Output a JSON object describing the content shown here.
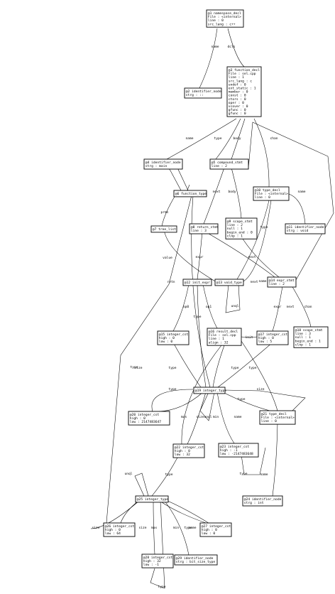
{
  "nodes": [
    {
      "id": "n1",
      "lines": [
        "@1 namespace_decl",
        "File : <internal>",
        "line : 0",
        "src_lang : c++"
      ]
    },
    {
      "id": "n2",
      "lines": [
        "@2 identifier_node",
        "strg : ::"
      ]
    },
    {
      "id": "n3",
      "lines": [
        "@3 function_decl",
        "File : sel.cpp",
        "line : 1",
        "src_lang : c",
        "undef : 0",
        "ext_static : 1",
        "member : 0",
        "const : 0",
        "ctors : 0",
        "oper : 0",
        "vcover : 0",
        "gfunc : 0",
        "gfunc : 0"
      ]
    },
    {
      "id": "n4",
      "lines": [
        "@4 identifier_node",
        "strg : main"
      ]
    },
    {
      "id": "n5",
      "lines": [
        "@5 compound_stmt",
        "line : 2"
      ]
    },
    {
      "id": "n6",
      "lines": [
        "@6 function_type"
      ]
    },
    {
      "id": "n7",
      "lines": [
        "@7 tree_list"
      ]
    },
    {
      "id": "n8",
      "lines": [
        "@8 return_stmt",
        "line : 3"
      ]
    },
    {
      "id": "n9",
      "lines": [
        "@9 scope_stmt",
        "line : 2",
        "null : 1",
        "begin_end : 0",
        "clnp : 1"
      ]
    },
    {
      "id": "n10",
      "lines": [
        "@10 type_decl",
        "File : <internal>",
        "line : 0"
      ]
    },
    {
      "id": "n11",
      "lines": [
        "@11 identifier_node",
        "strg : void"
      ]
    },
    {
      "id": "n12",
      "lines": [
        "@12 init_expr"
      ]
    },
    {
      "id": "n13",
      "lines": [
        "@13 void_type"
      ]
    },
    {
      "id": "n14",
      "lines": [
        "@14 expr_stmt",
        "line : 2"
      ]
    },
    {
      "id": "n15",
      "lines": [
        "@15 integer_cst",
        "high : 0",
        "low : 0"
      ]
    },
    {
      "id": "n16",
      "lines": [
        "@16 result_decl",
        "File : sel.cpp",
        "line : 1",
        "align : 32"
      ]
    },
    {
      "id": "n17",
      "lines": [
        "@17 integer_cst",
        "high : 0",
        "low : 5"
      ]
    },
    {
      "id": "n18",
      "lines": [
        "@18 scope_stmt",
        "line : 3",
        "null : 1",
        "begin_end : 1",
        "clnp : 1"
      ]
    },
    {
      "id": "n19",
      "lines": [
        "@19 integer_type"
      ]
    },
    {
      "id": "n20",
      "lines": [
        "@20 integer_cst",
        "high : 0",
        "low : 2147483647"
      ]
    },
    {
      "id": "n21",
      "lines": [
        "@21 type_decl",
        "File : <internal>",
        "line : 0"
      ]
    },
    {
      "id": "n22",
      "lines": [
        "@22 integer_cst",
        "high : 0",
        "low : 32"
      ]
    },
    {
      "id": "n23",
      "lines": [
        "@23 integer_cst",
        "high : -1",
        "low : -2147483648"
      ]
    },
    {
      "id": "n24",
      "lines": [
        "@24 identifier_node",
        "strg : int"
      ]
    },
    {
      "id": "n25",
      "lines": [
        "@25 integer_type"
      ]
    },
    {
      "id": "n26",
      "lines": [
        "@26 integer_cst",
        "high : 0",
        "low : 64"
      ]
    },
    {
      "id": "n27",
      "lines": [
        "@27 integer_cst",
        "high : 0",
        "low : 0"
      ]
    },
    {
      "id": "n28",
      "lines": [
        "@28 integer_cst",
        "high : 32",
        "low : -1"
      ]
    },
    {
      "id": "n29",
      "lines": [
        "@29 identifier_node",
        "strg : bit_size_type"
      ]
    }
  ],
  "edges": [
    {
      "from": "n1",
      "to": "n2",
      "label": "name"
    },
    {
      "from": "n1",
      "to": "n3",
      "label": "dcls"
    },
    {
      "from": "n3",
      "to": "n4",
      "label": "name"
    },
    {
      "from": "n3",
      "to": "n6",
      "label": "type"
    },
    {
      "from": "n3",
      "to": "n5",
      "label": "body"
    },
    {
      "from": "n3",
      "to": "n10",
      "label": "chan"
    },
    {
      "from": "n6",
      "to": "n7",
      "label": "prms"
    },
    {
      "from": "n6",
      "to": "n19",
      "label": "retn"
    },
    {
      "from": "n6",
      "to": "n6",
      "label": "unql"
    },
    {
      "from": "n5",
      "to": "n8",
      "label": "next"
    },
    {
      "from": "n5",
      "to": "n9",
      "label": "body"
    },
    {
      "from": "n10",
      "to": "n11",
      "label": "name"
    },
    {
      "from": "n10",
      "to": "n13",
      "label": "type"
    },
    {
      "from": "n8",
      "to": "n12",
      "label": "expr"
    },
    {
      "from": "n9",
      "to": "n14",
      "label": "next"
    },
    {
      "from": "n7",
      "to": "n13",
      "label": "value"
    },
    {
      "from": "n8",
      "to": "n14",
      "label": "next"
    },
    {
      "from": "n13",
      "to": "n13",
      "label": "unql"
    },
    {
      "from": "n13",
      "to": "n10",
      "label": "name"
    },
    {
      "from": "n12",
      "to": "n15",
      "label": "op0"
    },
    {
      "from": "n12",
      "to": "n16",
      "label": "op1"
    },
    {
      "from": "n12",
      "to": "n19",
      "label": "type"
    },
    {
      "from": "n14",
      "to": "n17",
      "label": "expr"
    },
    {
      "from": "n14",
      "to": "n18",
      "label": "next"
    },
    {
      "from": "n14",
      "to": "n5",
      "label": "chan"
    },
    {
      "from": "n16",
      "to": "n17",
      "label": "init"
    },
    {
      "from": "n15",
      "to": "n19",
      "label": "type"
    },
    {
      "from": "n16",
      "to": "n19",
      "label": "type"
    },
    {
      "from": "n17",
      "to": "n19",
      "label": "type"
    },
    {
      "from": "n16",
      "to": "n21",
      "label": "size"
    },
    {
      "from": "n16",
      "to": "n22",
      "label": "size"
    },
    {
      "from": "n20",
      "to": "n19",
      "label": "type"
    },
    {
      "from": "n19",
      "to": "n20",
      "label": "max"
    },
    {
      "from": "n19",
      "to": "n22",
      "label": "size"
    },
    {
      "from": "n19",
      "to": "n19",
      "label": "unql"
    },
    {
      "from": "n19",
      "to": "n23",
      "label": "min"
    },
    {
      "from": "n19",
      "to": "n21",
      "label": "name"
    },
    {
      "from": "n23",
      "to": "n19",
      "label": "type"
    },
    {
      "from": "n21",
      "to": "n24",
      "label": "name"
    },
    {
      "from": "n21",
      "to": "n19",
      "label": "type"
    },
    {
      "from": "n22",
      "to": "n25",
      "label": "type"
    },
    {
      "from": "n25",
      "to": "n25",
      "label": "unql"
    },
    {
      "from": "n25",
      "to": "n26",
      "label": "size"
    },
    {
      "from": "n26",
      "to": "n25",
      "label": "type"
    },
    {
      "from": "n25",
      "to": "n28",
      "label": "max"
    },
    {
      "from": "n25",
      "to": "n27",
      "label": "min"
    },
    {
      "from": "n25",
      "to": "n29",
      "label": "name"
    },
    {
      "from": "n28",
      "to": "n25",
      "label": "type"
    },
    {
      "from": "n27",
      "to": "n25",
      "label": "type"
    },
    {
      "from": "n25",
      "to": "n25",
      "label": "size"
    }
  ]
}
